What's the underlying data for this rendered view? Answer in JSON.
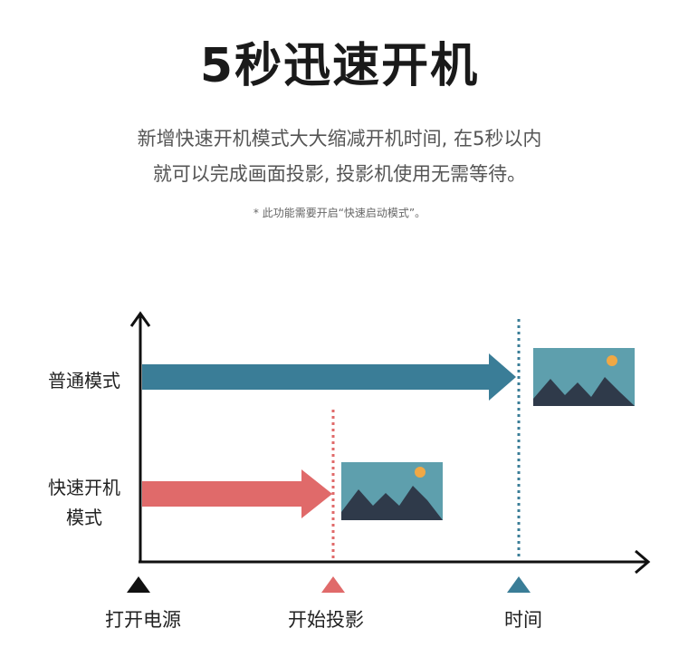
{
  "header": {
    "title": "5秒迅速开机",
    "desc_line1": "新增快速开机模式大大缩减开机时间, 在5秒以内",
    "desc_line2": "就可以完成画面投影, 投影机使用无需等待。",
    "note": "* 此功能需要开启“快速启动模式”。"
  },
  "diagram": {
    "rows": {
      "normal_mode": "普通模式",
      "fast_mode_line1": "快速开机",
      "fast_mode_line2": "模式"
    },
    "x_labels": {
      "power_on": "打开电源",
      "start_projection": "开始投影",
      "time": "时间"
    },
    "colors": {
      "normal": "#3a7d97",
      "fast": "#e06a6a",
      "axis": "#111111",
      "image_sky": "#5e9fad",
      "image_mountain": "#2f3a4a",
      "image_sun": "#f0a845"
    }
  }
}
